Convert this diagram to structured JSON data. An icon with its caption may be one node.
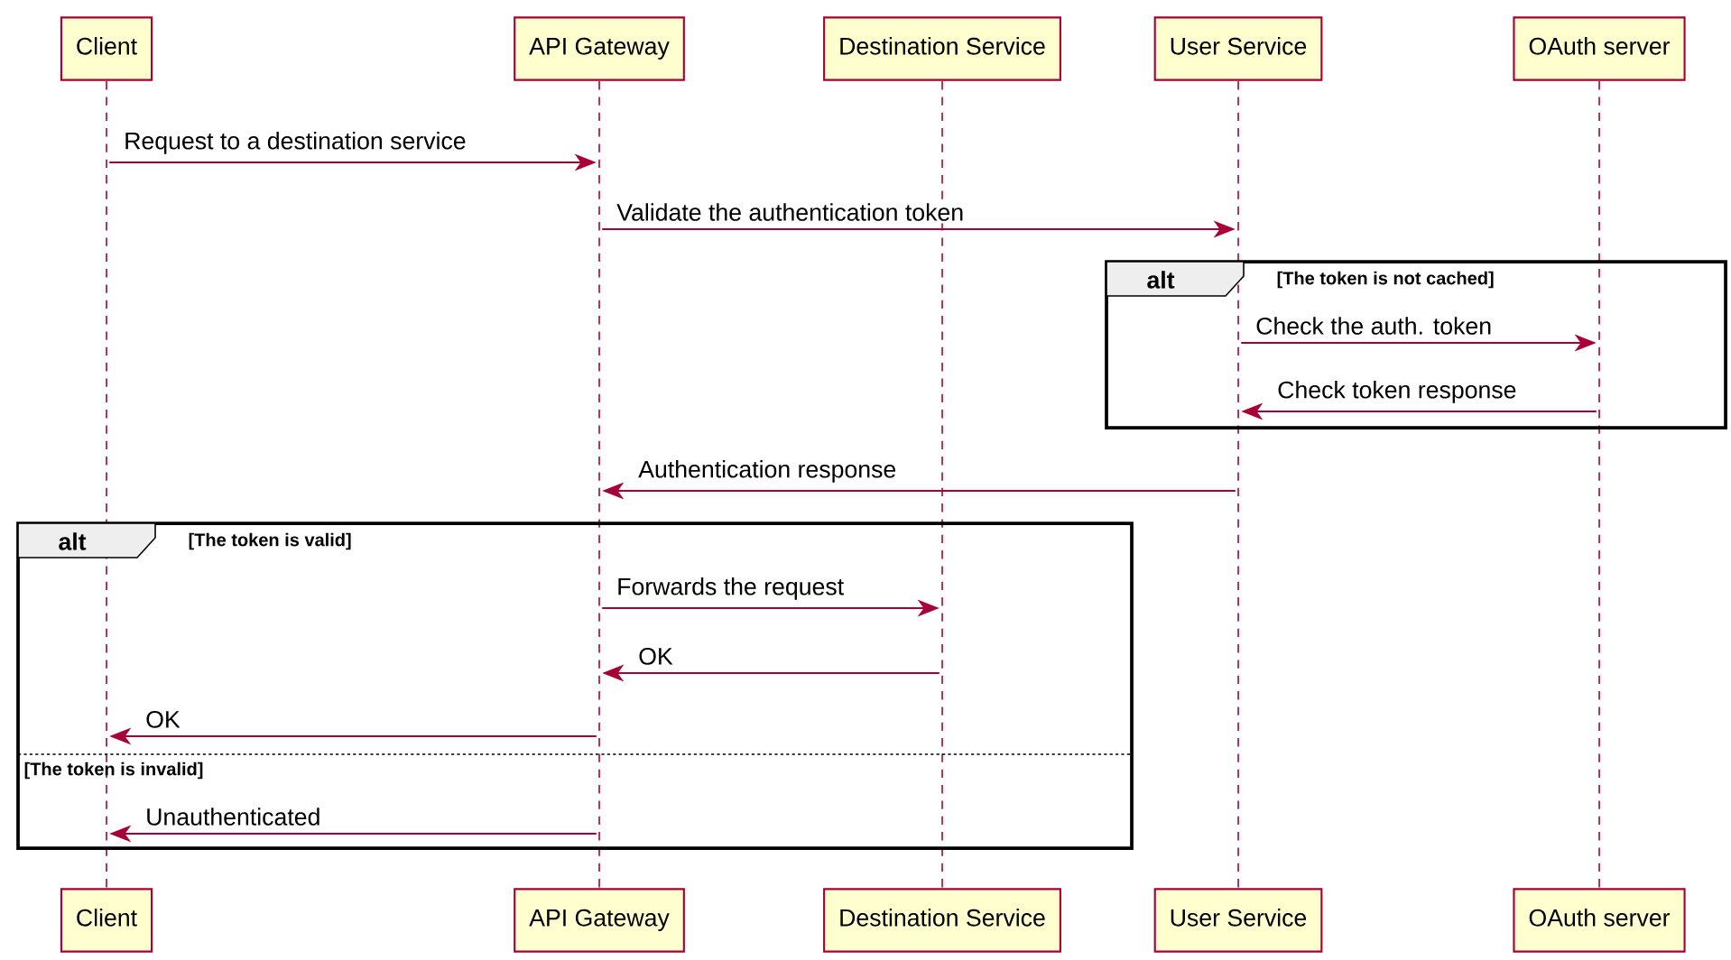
{
  "diagram": {
    "nodes": [
      {
        "text": [
          "Client"
        ]
      },
      {
        "text": [
          "API Gateway"
        ]
      },
      {
        "text": [
          "Destination Service"
        ]
      },
      {
        "text": [
          "User Service"
        ]
      },
      {
        "text": [
          "OAuth server"
        ]
      },
      {
        "text": [],
        "shape": "line"
      },
      {
        "text": [],
        "shape": "line"
      },
      {
        "text": [],
        "shape": "line"
      },
      {
        "text": [],
        "shape": "line"
      },
      {
        "text": [],
        "shape": "line"
      },
      {
        "text": [
          "alt"
        ],
        "beside": [
          "[The token is not cached]"
        ]
      },
      {
        "text": [
          "alt"
        ],
        "beside": [
          "[The token is valid]"
        ]
      },
      {
        "text": [
          "Client"
        ]
      },
      {
        "text": [
          "API Gateway"
        ]
      },
      {
        "text": [
          "Destination Service"
        ]
      },
      {
        "text": [
          "User Service"
        ]
      },
      {
        "text": [
          "OAuth server"
        ]
      }
    ],
    "edges": [
      {
        "from": 5,
        "to": 6,
        "arrow": "to",
        "label": "Request to a destination service"
      },
      {
        "from": 6,
        "to": 8,
        "arrow": "to",
        "label": "Validate the authentication token"
      },
      {
        "from": 8,
        "to": 9,
        "arrow": "to",
        "label": "Check the auth. token"
      },
      {
        "from": 9,
        "to": 8,
        "arrow": "to",
        "label": "Check token response"
      },
      {
        "from": 8,
        "to": 6,
        "arrow": "to",
        "label": "Authentication response"
      },
      {
        "from": 6,
        "to": 7,
        "arrow": "to",
        "label": "Forwards the request"
      },
      {
        "from": 7,
        "to": 6,
        "arrow": "to",
        "label": "OK"
      },
      {
        "from": 6,
        "to": 5,
        "arrow": "to",
        "label": "OK"
      },
      {
        "from": 6,
        "to": 5,
        "arrow": "to",
        "label": "Unauthenticated"
      }
    ],
    "labels": [
      "[The token is invalid]"
    ]
  }
}
